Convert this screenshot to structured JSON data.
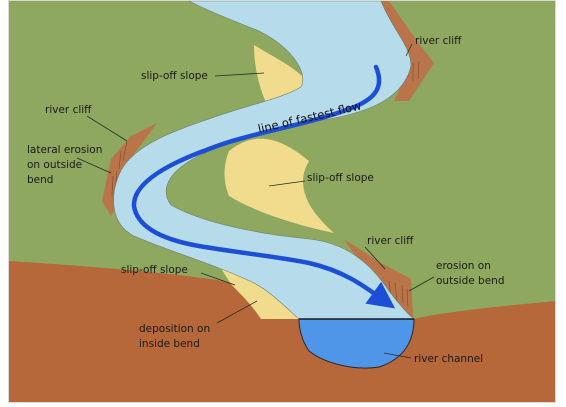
{
  "diagram": {
    "labels": {
      "slip_off_slope_top": "slip-off slope",
      "river_cliff_top_right": "river cliff",
      "river_cliff_left": "river cliff",
      "line_of_fastest_flow": "line of fastest flow",
      "lateral_erosion_line1": "lateral erosion",
      "lateral_erosion_line2": "on outside",
      "lateral_erosion_line3": "bend",
      "slip_off_slope_middle": "slip-off slope",
      "river_cliff_bottom_right": "river cliff",
      "erosion_outside_line1": "erosion on",
      "erosion_outside_line2": "outside bend",
      "slip_off_slope_bottom": "slip-off slope",
      "deposition_line1": "deposition on",
      "deposition_line2": "inside bend",
      "river_channel": "river channel"
    },
    "colors": {
      "land_green": "#8ea85f",
      "river_water": "#b6dcec",
      "slip_off_sand": "#f0dc8c",
      "cliff_brown": "#b9744a",
      "cross_section_brown": "#b6683a",
      "channel_blue": "#4f96e8",
      "fastest_flow_arrow": "#1d4fd6"
    }
  }
}
